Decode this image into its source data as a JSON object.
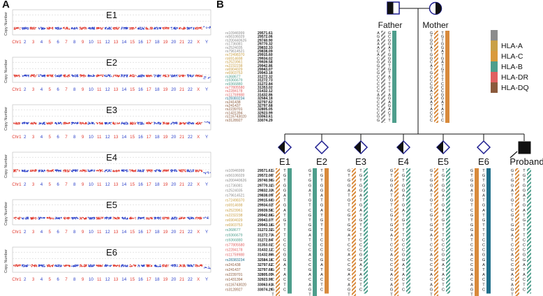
{
  "figure": {
    "panel_a_label": "A",
    "panel_b_label": "B"
  },
  "panel_a": {
    "ylabel": "Copy Number",
    "chromosomes": [
      "Chr1",
      "2",
      "3",
      "4",
      "5",
      "6",
      "7",
      "8",
      "9",
      "10",
      "11",
      "12",
      "13",
      "14",
      "15",
      "16",
      "17",
      "18",
      "19",
      "20",
      "21",
      "22",
      "X",
      "Y"
    ],
    "embryos": [
      "E1",
      "E2",
      "E3",
      "E4",
      "E5",
      "E6"
    ]
  },
  "panel_b": {
    "father_label": "Father",
    "mother_label": "Mother",
    "proband_label": "Proband",
    "embryo_labels": [
      "E1",
      "E2",
      "E3",
      "E4",
      "E5",
      "E6"
    ],
    "legend": [
      {
        "label": "HLA-A",
        "color": "#c9a046"
      },
      {
        "label": "HLA-C",
        "color": "#d99a3b"
      },
      {
        "label": "HLA-B",
        "color": "#4e9e8c"
      },
      {
        "label": "HLA-DR",
        "color": "#e06060"
      },
      {
        "label": "HLA-DQ",
        "color": "#8b5a3c"
      }
    ],
    "legend_top_color": "#8c8c8c",
    "snps": [
      {
        "id": "rs10946999",
        "pos": "29571.61",
        "color": "#8c8c8c"
      },
      {
        "id": "rs56106029",
        "pos": "29572.06",
        "color": "#8c8c8c"
      },
      {
        "id": "rs200440626",
        "pos": "29740.90",
        "color": "#8c8c8c"
      },
      {
        "id": "rs1736081",
        "pos": "29770.32",
        "color": "#8c8c8c"
      },
      {
        "id": "rs2524035",
        "pos": "29832.33",
        "color": "#8c8c8c"
      },
      {
        "id": "rs79614521",
        "pos": "29838.09",
        "color": "#8c8c8c"
      },
      {
        "id": "rs72498370",
        "pos": "29915.60",
        "color": "#c9a046"
      },
      {
        "id": "rs6914698",
        "pos": "29934.02",
        "color": "#c9a046"
      },
      {
        "id": "rs2523961",
        "pos": "29939.58",
        "color": "#c9a046"
      },
      {
        "id": "rs2232238",
        "pos": "29942.86",
        "color": "#c9a046"
      },
      {
        "id": "rs6904029",
        "pos": "29943.07",
        "color": "#c9a046"
      },
      {
        "id": "rs6903753",
        "pos": "29943.18",
        "color": "#c9a046"
      },
      {
        "id": "rs368677",
        "pos": "31272.32",
        "color": "#4e9e8c"
      },
      {
        "id": "rs9366679",
        "pos": "31272.73",
        "color": "#4e9e8c"
      },
      {
        "id": "rs9366880",
        "pos": "31272.84",
        "color": "#4e9e8c"
      },
      {
        "id": "rs77805580",
        "pos": "31353.02",
        "color": "#e06060"
      },
      {
        "id": "rs2284178",
        "pos": "31432.12",
        "color": "#e06060"
      },
      {
        "id": "rs11759988",
        "pos": "31432.86",
        "color": "#e06060"
      },
      {
        "id": "rs28383234",
        "pos": "32584.18",
        "color": "#1f6e8a"
      },
      {
        "id": "rs241438",
        "pos": "32797.62",
        "color": "#8b5a3c"
      },
      {
        "id": "rs241437",
        "pos": "32797.68",
        "color": "#8b5a3c"
      },
      {
        "id": "rs2239701",
        "pos": "32805.05",
        "color": "#8b5a3c"
      },
      {
        "id": "rs1431394",
        "pos": "32923.99",
        "color": "#8b5a3c"
      },
      {
        "id": "rs116743020",
        "pos": "33063.61",
        "color": "#8b5a3c"
      },
      {
        "id": "rs3128927",
        "pos": "33074.29",
        "color": "#8b5a3c"
      }
    ],
    "father_hap1": "AGAAACACGGCGCCCCCAGCCCCGG",
    "father_hap2": "GCGGATGGGTGTATTTTAGAGACTT",
    "mother_hap1": "GTGGATGGCATGCCCGACAATACCC",
    "mother_hap2": "TGTGGATGATGTTTCCCGGATACTC",
    "e_hap1": "GTGGATGTCGTGGATCCACCGACAGT",
    "e_hap2": "TGTGGATGATGTTTCCCGGATACTC"
  }
}
